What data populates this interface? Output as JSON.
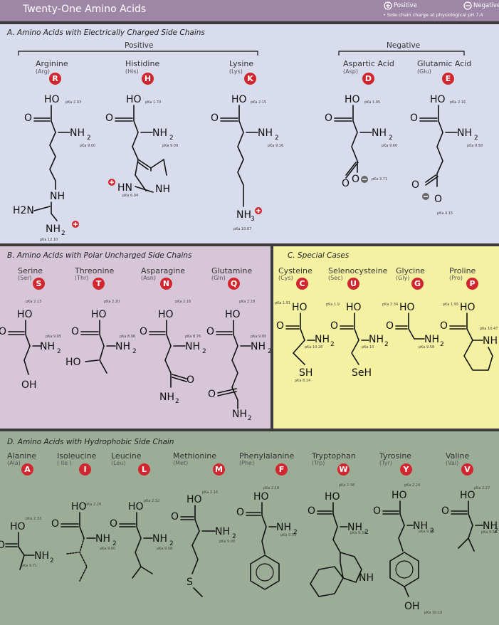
{
  "header": {
    "title": "Twenty-One Amino Acids",
    "legend_positive": "Positive",
    "legend_negative": "Negative",
    "legend_note": "• Side chain charge at physiological pH 7.4"
  },
  "sections": {
    "a": {
      "title": "A.   Amino Acids with Electrically Charged Side Chains",
      "positive": "Positive",
      "negative": "Negative"
    },
    "b": {
      "title": "B.   Amino Acids with Polar Uncharged Side Chains"
    },
    "c": {
      "title": "C.   Special Cases"
    },
    "d": {
      "title": "D.   Amino Acids with Hydrophobic Side Chain"
    }
  },
  "atoms": {
    "ho": "HO",
    "o": "O",
    "n": "N",
    "h": "H",
    "nh": "NH",
    "hn": "HN",
    "h2n": "H2N",
    "sh": "SH",
    "seh": "SeH",
    "oh": "OH",
    "s": "S",
    "two": "2",
    "three": "3"
  },
  "amino_acids": {
    "arg": {
      "name": "Arginine",
      "abbr": "(Arg)",
      "code": "R",
      "pka_cooh": "pKa 2.03",
      "pka_nh": "pKa 9.00",
      "pka_side": "pKa 12.10"
    },
    "his": {
      "name": "Histidine",
      "abbr": "(His)",
      "code": "H",
      "pka_cooh": "pKa 1.70",
      "pka_nh": "pKa 9.09",
      "pka_side": "pKa 6.04"
    },
    "lys": {
      "name": "Lysine",
      "abbr": "(Lys)",
      "code": "K",
      "pka_cooh": "pKa 2.15",
      "pka_nh": "pKa 9.16",
      "pka_side": "pKa 10.67"
    },
    "asp": {
      "name": "Aspartic Acid",
      "abbr": "(Asp)",
      "code": "D",
      "pka_cooh": "pKa 1.95",
      "pka_nh": "pKa 9.66",
      "pka_side": "pKa 3.71"
    },
    "glu": {
      "name": "Glutamic Acid",
      "abbr": "(Glu)",
      "code": "E",
      "pka_cooh": "pKa 2.16",
      "pka_nh": "pKa 9.58",
      "pka_side": "pKa 4.15"
    },
    "ser": {
      "name": "Serine",
      "abbr": "(Ser)",
      "code": "S",
      "pka_cooh": "pKa 2.13",
      "pka_nh": "pKa 9.05"
    },
    "thr": {
      "name": "Threonine",
      "abbr": "(Thr)",
      "code": "T",
      "pka_cooh": "pKa 2.20",
      "pka_nh": "pKa 8.96"
    },
    "asn": {
      "name": "Asparagine",
      "abbr": "(Asn)",
      "code": "N",
      "pka_cooh": "pKa 2.16",
      "pka_nh": "pKa 8.76"
    },
    "gln": {
      "name": "Glutamine",
      "abbr": "(Gln)",
      "code": "Q",
      "pka_cooh": "pKa 2.18",
      "pka_nh": "pKa 9.00"
    },
    "cys": {
      "name": "Cysteine",
      "abbr": "(Cys)",
      "code": "C",
      "pka_cooh": "pKa 1.91",
      "pka_nh": "pKa 10.28",
      "pka_side": "pKa 8.14"
    },
    "sec": {
      "name": "Selenocysteine",
      "abbr": "(Sec)",
      "code": "U",
      "pka_cooh": "pKa 1.9",
      "pka_nh": "pKa 10"
    },
    "gly": {
      "name": "Glycine",
      "abbr": "(Gly)",
      "code": "G",
      "pka_cooh": "pKa 2.34",
      "pka_nh": "pKa 9.58"
    },
    "pro": {
      "name": "Proline",
      "abbr": "(Pro)",
      "code": "P",
      "pka_cooh": "pKa 1.95",
      "pka_nh": "pKa 10.47"
    },
    "ala": {
      "name": "Alanine",
      "abbr": "(Ala)",
      "code": "A",
      "pka_cooh": "pKa 2.33",
      "pka_nh": "pKa 9.71"
    },
    "ile": {
      "name": "Isoleucine",
      "abbr": "( Ile )",
      "code": "I",
      "pka_cooh": "pKa 2.26",
      "pka_nh": "pKa 9.60"
    },
    "leu": {
      "name": "Leucine",
      "abbr": "(Leu)",
      "code": "L",
      "pka_cooh": "pKa 2.32",
      "pka_nh": "pKa 9.58"
    },
    "met": {
      "name": "Methionine",
      "abbr": "(Met)",
      "code": "M",
      "pka_cooh": "pKa 2.16",
      "pka_nh": "pKa 9.08"
    },
    "phe": {
      "name": "Phenylalanine",
      "abbr": "(Phe)",
      "code": "F",
      "pka_cooh": "pKa 2.18",
      "pka_nh": "pKa 9.09"
    },
    "trp": {
      "name": "Tryptophan",
      "abbr": "(Trp)",
      "code": "W",
      "pka_cooh": "pKa 2.38",
      "pka_nh": "pKa 9.34"
    },
    "tyr": {
      "name": "Tyrosine",
      "abbr": "(Tyr)",
      "code": "Y",
      "pka_cooh": "pKa 2.24",
      "pka_nh": "pKa 9.04",
      "pka_side": "pKa 10.10"
    },
    "val": {
      "name": "Valine",
      "abbr": "(Val)",
      "code": "V",
      "pka_cooh": "pKa 2.27",
      "pka_nh": "pKa 9.52"
    }
  },
  "colors": {
    "header": "#9e87a6",
    "section_a": "#d9dcec",
    "section_b": "#d6c6d8",
    "section_c": "#f4f2a2",
    "section_d": "#9bad97",
    "badge": "#d1262e",
    "positive_charge": "#d1262e",
    "negative_charge": "#666666"
  }
}
